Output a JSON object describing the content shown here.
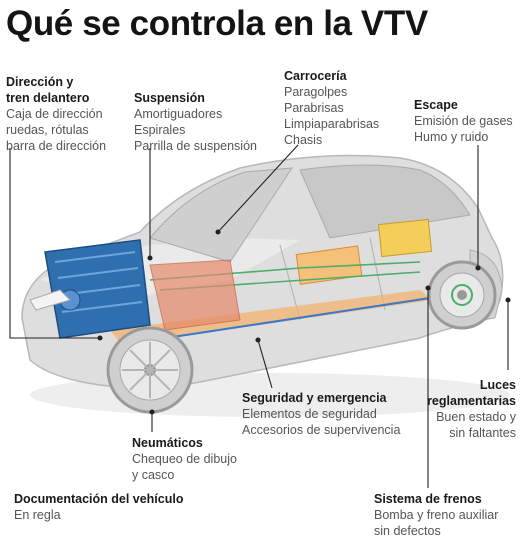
{
  "title": "Qué se controla en la VTV",
  "colors": {
    "heading": "#1a1a1a",
    "detail": "#555555",
    "car_body": "#dcdcdc",
    "engine": "#2e6fb0",
    "chassis": "#f0a45a",
    "leader": "#222222"
  },
  "sections": {
    "direccion": {
      "heading": [
        "Dirección y",
        "tren delantero"
      ],
      "items": [
        "Caja de dirección",
        "ruedas, rótulas",
        "barra de dirección"
      ]
    },
    "suspension": {
      "heading": [
        "Suspensión"
      ],
      "items": [
        "Amortiguadores",
        "Espirales",
        "Parrilla de suspensión"
      ]
    },
    "carroceria": {
      "heading": [
        "Carrocería"
      ],
      "items": [
        "Paragolpes",
        "Parabrisas",
        "Limpiaparabrisas",
        "Chasis"
      ]
    },
    "escape": {
      "heading": [
        "Escape"
      ],
      "items": [
        "Emisión de gases",
        "Humo y ruido"
      ]
    },
    "seguridad": {
      "heading": [
        "Seguridad y emergencia"
      ],
      "items": [
        "Elementos de seguridad",
        "Accesorios de supervivencia"
      ]
    },
    "luces": {
      "heading": [
        "Luces",
        "reglamentarias"
      ],
      "items": [
        "Buen estado y",
        "sin faltantes"
      ]
    },
    "neumaticos": {
      "heading": [
        "Neumáticos"
      ],
      "items": [
        "Chequeo de dibujo",
        "y casco"
      ]
    },
    "documentacion": {
      "heading": [
        "Documentación del vehículo"
      ],
      "items": [
        "En regla"
      ]
    },
    "frenos": {
      "heading": [
        "Sistema de frenos"
      ],
      "items": [
        "Bomba y freno auxiliar",
        "sin defectos"
      ]
    }
  }
}
